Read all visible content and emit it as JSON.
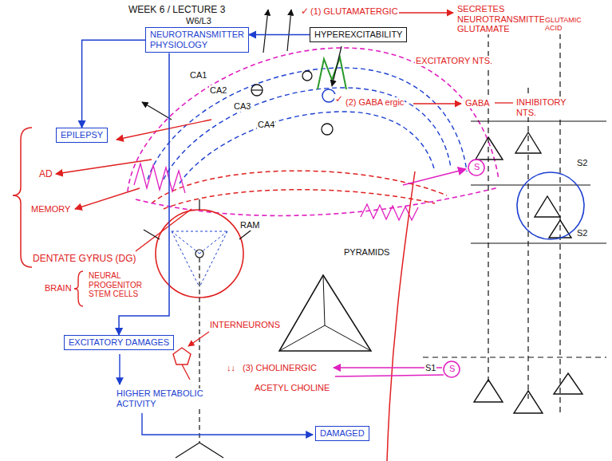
{
  "diagram": {
    "title": "WEEK 6 / LECTURE 3",
    "nodes": [
      {
        "text": [
          "NEUROTRANSMITTER PHYSIOLOGY"
        ]
      },
      {
        "text": [
          "HYPEREXCITABILITY"
        ]
      },
      {
        "text": [
          "EPILEPSY"
        ]
      },
      {
        "text": [
          "EXCITATORY DAMAGES"
        ]
      },
      {
        "text": [
          "DAMAGED"
        ]
      }
    ],
    "edges": [
      {
        "from": 1,
        "to": 0,
        "arrow": "to"
      },
      {
        "from": 0,
        "to": 2,
        "arrow": "to"
      },
      {
        "from": 0,
        "to": 3,
        "arrow": "to"
      }
    ],
    "labels": [
      "W6/L3",
      "✓",
      "(1) GLUTAMATERGIC",
      "SECRETES NEUROTRANSMITTERS LIKE GLUTAMATE",
      "GLUTAMIC ACID",
      "EXCITATORY NTS.",
      "✓",
      "(2) GABA ergic",
      "GABA",
      "INHIBITORY NTS.",
      "CA1",
      "CA2",
      "CA3",
      "CA4",
      "AD",
      "MEMORY",
      "DENTATE GYRUS (DG)",
      "BRAIN",
      "NEURAL PROGENITOR STEM CELLS",
      "RAM",
      "PYRAMIDS",
      "INTERNEURONS",
      "↓↓",
      "(3) CHOLINERGIC",
      "ACETYL CHOLINE",
      "S1",
      "S",
      "S",
      "S2",
      "S2",
      "HIGHER METABOLIC ACTIVITY"
    ]
  }
}
